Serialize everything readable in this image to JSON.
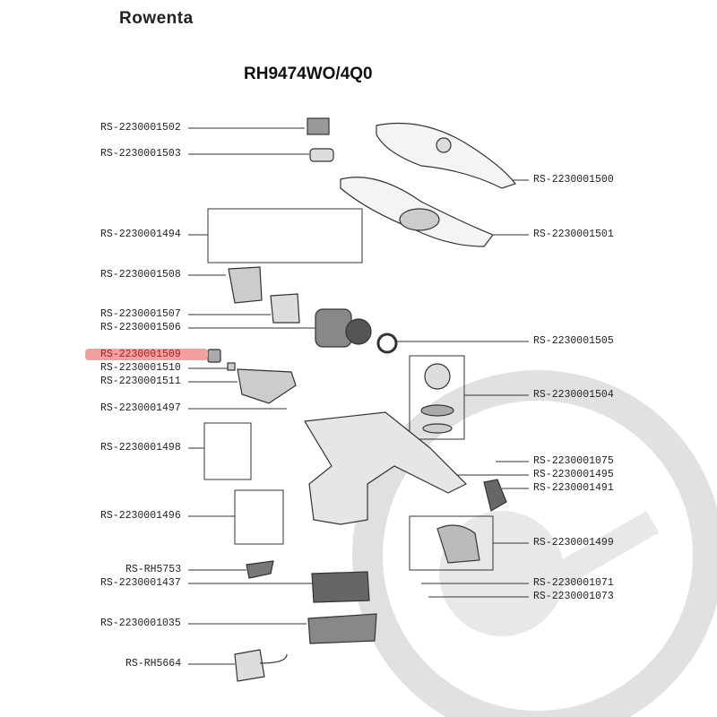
{
  "brand": "Rowenta",
  "title": "RH9474WO/4Q0",
  "left_labels": [
    "RS-2230001502",
    "RS-2230001503",
    "RS-2230001494",
    "RS-2230001508",
    "RS-2230001507",
    "RS-2230001506",
    "RS-2230001509",
    "RS-2230001510",
    "RS-2230001511",
    "RS-2230001497",
    "RS-2230001498",
    "RS-2230001496",
    "RS-RH5753",
    "RS-2230001437",
    "RS-2230001035",
    "RS-RH5664"
  ],
  "right_labels": [
    "RS-2230001500",
    "RS-2230001501",
    "RS-2230001505",
    "RS-2230001504",
    "RS-2230001075",
    "RS-2230001495",
    "RS-2230001491",
    "RS-2230001499",
    "RS-2230001071",
    "RS-2230001073"
  ],
  "highlighted": "RS-2230001509",
  "highlight_color": "#f5a0a0"
}
